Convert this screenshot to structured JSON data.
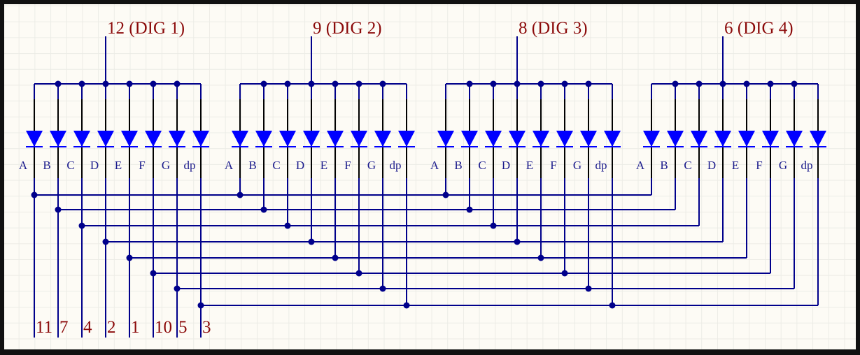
{
  "digits": [
    {
      "label": "12 (DIG 1)"
    },
    {
      "label": "9 (DIG 2)"
    },
    {
      "label": "8 (DIG 3)"
    },
    {
      "label": "6 (DIG 4)"
    }
  ],
  "segments": [
    "A",
    "B",
    "C",
    "D",
    "E",
    "F",
    "G",
    "dp"
  ],
  "pins": [
    "11",
    "7",
    "4",
    "2",
    "1",
    "10",
    "5",
    "3"
  ],
  "colors": {
    "wire": "#00008b",
    "diode": "#0000ff",
    "pin": "#000000",
    "label": "#8b0a0a"
  }
}
